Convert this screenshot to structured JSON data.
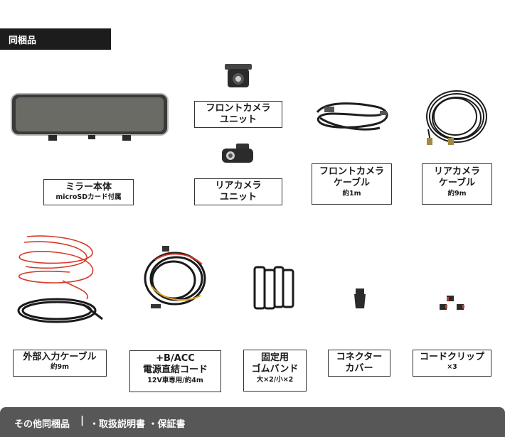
{
  "section_header": "同梱品",
  "items": [
    {
      "line1": "ミラー本体",
      "sub": "microSDカード付属"
    },
    {
      "line1": "フロントカメラ",
      "line2": "ユニット"
    },
    {
      "line1": "リアカメラ",
      "line2": "ユニット"
    },
    {
      "line1": "フロントカメラ",
      "line2": "ケーブル",
      "sub": "約1m"
    },
    {
      "line1": "リアカメラ",
      "line2": "ケーブル",
      "sub": "約9m"
    },
    {
      "line1": "外部入力ケーブル",
      "sub": "約9m"
    },
    {
      "line1": "+B/ACC",
      "line2": "電源直結コード",
      "sub": "12V車専用/約4m"
    },
    {
      "line1": "固定用",
      "line2": "ゴムバンド",
      "sub": "大×2/小×2"
    },
    {
      "line1": "コネクター",
      "line2": "カバー"
    },
    {
      "line1": "コードクリップ",
      "sub": "×3"
    }
  ],
  "footer": {
    "title": "その他同梱品",
    "separator": "|",
    "items": "・取扱説明書 ・保証書"
  },
  "colors": {
    "header_bg": "#1c1c1c",
    "footer_bg": "#575757",
    "cable_red": "#d63a2a"
  }
}
